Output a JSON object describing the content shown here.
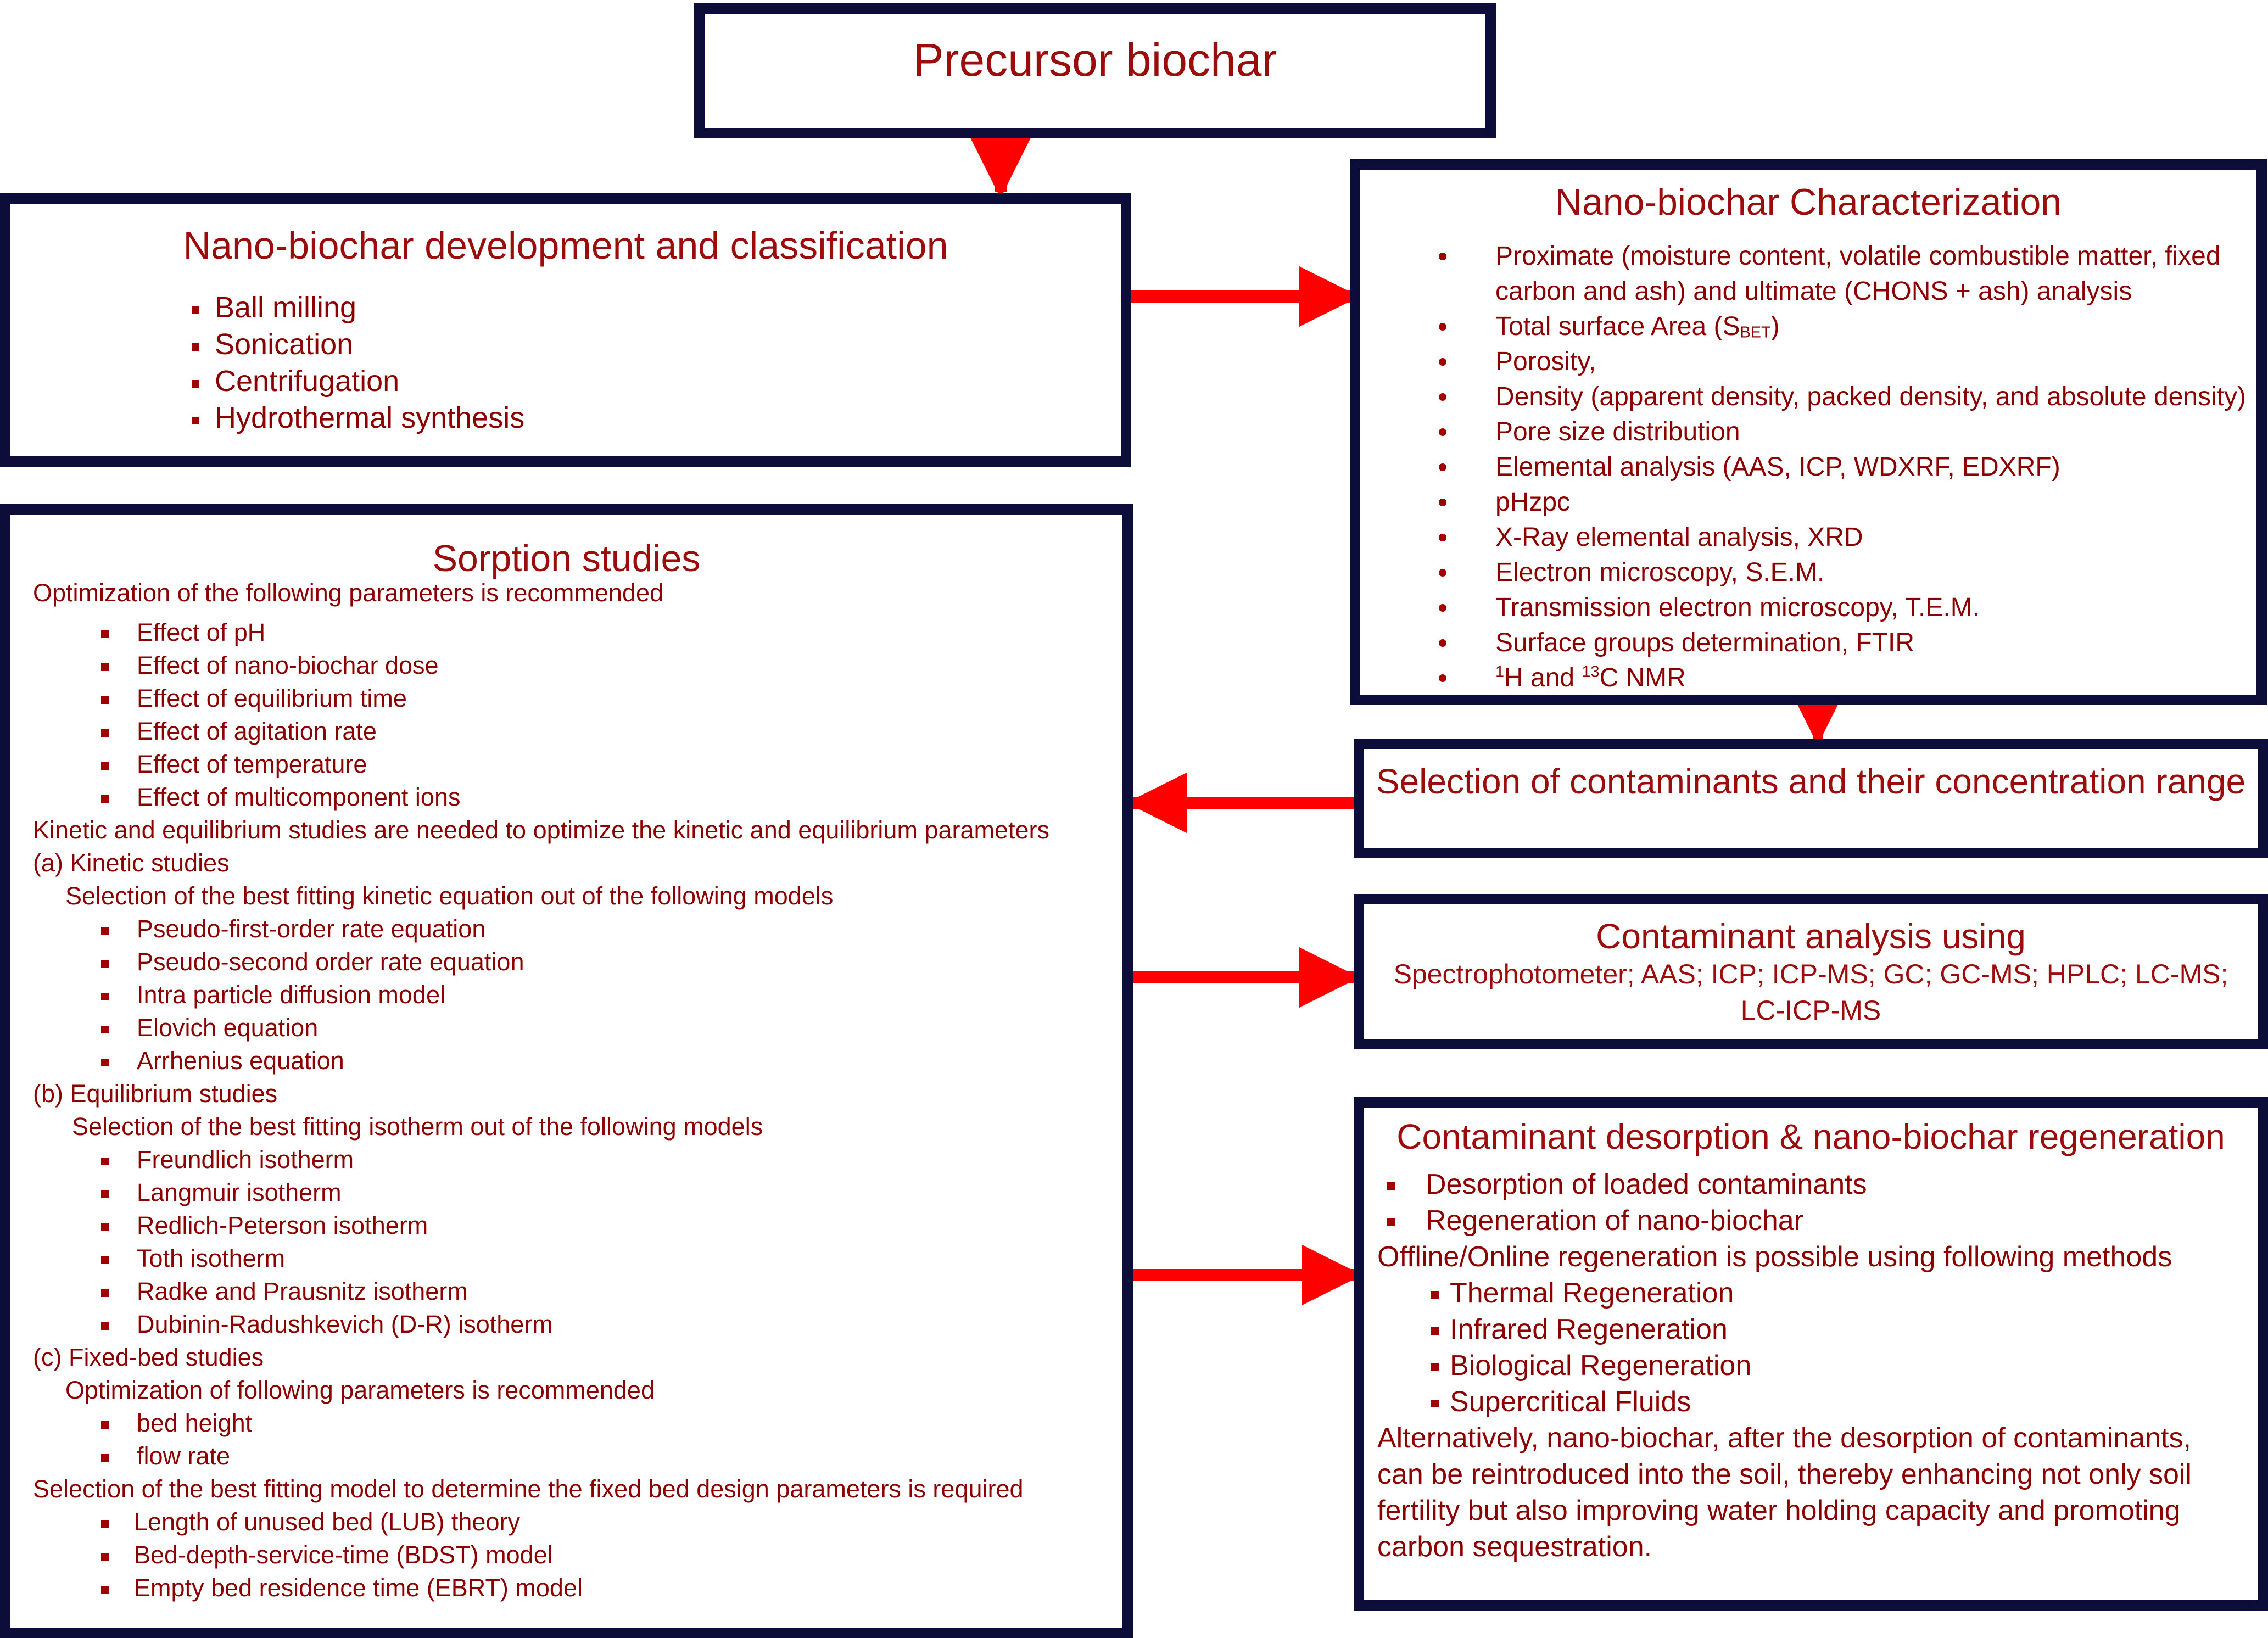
{
  "precursor": {
    "title": "Precursor biochar"
  },
  "development": {
    "title": "Nano-biochar development and classification",
    "items": [
      "Ball milling",
      "Sonication",
      "Centrifugation",
      "Hydrothermal synthesis"
    ]
  },
  "characterization": {
    "title": "Nano-biochar Characterization",
    "items": [
      "Proximate (moisture content, volatile combustible matter, fixed",
      "carbon and ash) and ultimate (CHONS + ash) analysis",
      "Total surface Area (S",
      "BET",
      ")",
      "Porosity,",
      "Density (apparent density, packed density, and absolute density)",
      "Pore size distribution",
      "Elemental analysis (AAS, ICP, WDXRF, EDXRF)",
      "pHzpc",
      "X-Ray elemental analysis, XRD",
      "Electron microscopy, S.E.M.",
      "Transmission electron microscopy, T.E.M.",
      "Surface groups determination, FTIR",
      "1",
      "H and ",
      "13",
      "C NMR"
    ]
  },
  "selection": {
    "title": "Selection of contaminants and their concentration range"
  },
  "analysis": {
    "title": "Contaminant analysis using",
    "line1": "Spectrophotometer; AAS; ICP; ICP-MS; GC; GC-MS; HPLC; LC-MS;",
    "line2": "LC-ICP-MS"
  },
  "desorption": {
    "title": "Contaminant desorption & nano-biochar regeneration",
    "bullets": [
      "Desorption of loaded contaminants",
      "Regeneration of nano-biochar"
    ],
    "offline": "Offline/Online regeneration is possible using following methods",
    "methods": [
      "Thermal Regeneration",
      "Infrared Regeneration",
      "Biological Regeneration",
      "Supercritical Fluids"
    ],
    "paragraph": [
      "Alternatively, nano-biochar, after the desorption of contaminants,",
      "can be reintroduced into the soil, thereby enhancing not only soil",
      "fertility but also improving water holding capacity and promoting",
      "carbon sequestration."
    ]
  },
  "sorption": {
    "title": "Sorption studies",
    "intro": "Optimization of the following parameters is recommended",
    "effects": [
      "Effect  of pH",
      "Effect of nano-biochar dose",
      "Effect of equilibrium time",
      "Effect of agitation rate",
      "Effect of temperature",
      "Effect of multicomponent ions"
    ],
    "kinetic_intro": "Kinetic and equilibrium studies are needed to optimize the kinetic and equilibrium parameters",
    "kinetic_head": "(a) Kinetic studies",
    "kinetic_sub": "Selection of the best fitting kinetic equation out of the following models",
    "kinetic_models": [
      "Pseudo-first-order rate equation",
      "Pseudo-second order rate equation",
      "Intra particle diffusion model",
      "Elovich equation",
      "Arrhenius equation"
    ],
    "eq_head": "(b) Equilibrium studies",
    "eq_sub": "Selection of the best fitting isotherm out of the following models",
    "eq_models": [
      "Freundlich isotherm",
      "Langmuir isotherm",
      "Redlich-Peterson isotherm",
      "Toth isotherm",
      "Radke and Prausnitz isotherm",
      "Dubinin-Radushkevich (D-R) isotherm"
    ],
    "fb_head": "(c) Fixed-bed studies",
    "fb_sub": "Optimization of following parameters is recommended",
    "fb_params": [
      "bed height",
      "flow rate"
    ],
    "fb_model_intro": "Selection of the best fitting model to determine the fixed bed design parameters is required",
    "fb_models": [
      "Length of unused bed (LUB) theory",
      "Bed-depth-service-time (BDST) model",
      "Empty bed residence time (EBRT) model"
    ]
  },
  "colors": {
    "border": "#0d0d3a",
    "text": "#8b0000",
    "arrow": "#ff0000"
  }
}
